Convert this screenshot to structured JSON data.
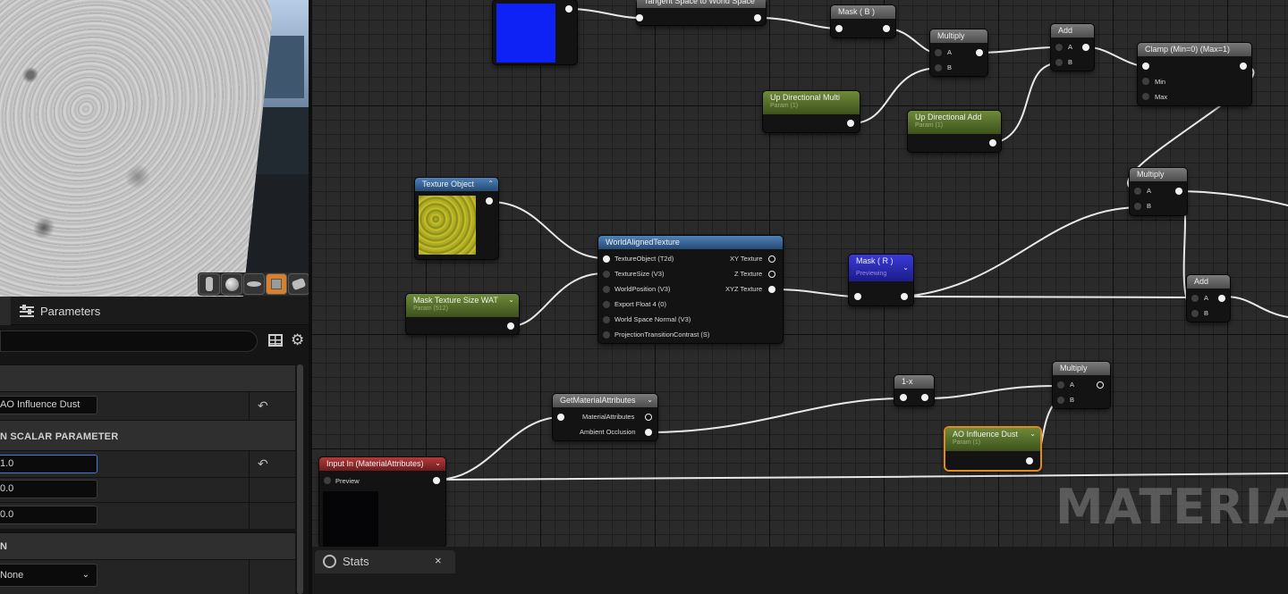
{
  "viewport": {
    "toolbar": [
      "cylinder-icon",
      "sphere-icon",
      "plane-icon",
      "cube-icon",
      "teapot-icon"
    ],
    "active_tool": "cube-icon"
  },
  "details": {
    "tab_label": "Parameters",
    "rows": {
      "param_name": "AO Influence Dust",
      "section_scalar": "N SCALAR PARAMETER",
      "default_value": "1.0",
      "slider_min": "0.0",
      "slider_max": "0.0",
      "section_bottom": "N",
      "dropdown_value": "None"
    }
  },
  "graph": {
    "nodes": {
      "vector_preview": {
        "color": "#0f22f5"
      },
      "tangent": {
        "title": "Tangent Space to World Space"
      },
      "mask_b": {
        "title": "Mask ( B )"
      },
      "multiply1": {
        "title": "Multiply",
        "pins": [
          "A",
          "B"
        ]
      },
      "add1": {
        "title": "Add",
        "pins": [
          "A",
          "B"
        ]
      },
      "clamp": {
        "title": "Clamp (Min=0) (Max=1)",
        "pins": [
          "Min",
          "Max"
        ]
      },
      "up_multi": {
        "title": "Up Directional Multi",
        "sub": "Param (1)"
      },
      "up_add": {
        "title": "Up Directional Add",
        "sub": "Param (1)"
      },
      "texture_object": {
        "title": "Texture Object"
      },
      "world_aligned": {
        "title": "WorldAlignedTexture",
        "inputs": [
          "TextureObject (T2d)",
          "TextureSize (V3)",
          "WorldPosition (V3)",
          "Export Float 4 (0)",
          "World Space Normal (V3)",
          "ProjectionTransitionContrast (S)"
        ],
        "outputs": [
          "XY Texture",
          "Z Texture",
          "XYZ Texture"
        ]
      },
      "mask_tex_size": {
        "title": "Mask Texture Size WAT",
        "sub": "Param (512)"
      },
      "mask_r": {
        "title": "Mask ( R )",
        "sub": "Previewing"
      },
      "multiply2": {
        "title": "Multiply",
        "pins": [
          "A",
          "B"
        ]
      },
      "add2": {
        "title": "Add",
        "pins": [
          "A",
          "B"
        ]
      },
      "one_minus": {
        "title": "1-x"
      },
      "multiply3": {
        "title": "Multiply",
        "pins": [
          "A",
          "B"
        ]
      },
      "get_attrs": {
        "title": "GetMaterialAttributes",
        "pins": [
          "MaterialAttributes",
          "Ambient Occlusion"
        ]
      },
      "ao_dust": {
        "title": "AO Influence Dust",
        "sub": "Param (1)"
      },
      "input_in": {
        "title": "Input In (MaterialAttributes)",
        "pins": [
          "Preview"
        ]
      }
    },
    "watermark": "MATERIAL"
  },
  "bottom": {
    "stats_tab": "Stats",
    "close_glyph": "×"
  },
  "colors": {
    "accent": "#d8812c",
    "selection": "#e08a1e",
    "wire": "#e9e9e9"
  }
}
